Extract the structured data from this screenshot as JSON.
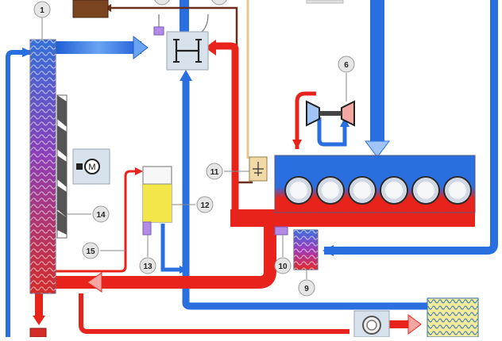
{
  "diagram": {
    "colors": {
      "background": "#ffffff",
      "coolant_hot": "#e8231c",
      "coolant_cold": "#2a6fe0",
      "hot_light": "#f4a7a0",
      "cold_light": "#9fc4f5",
      "oil_line": "#6b2e1a",
      "vent_line": "#e8c58a",
      "tank_fill": "#f2e64a",
      "sensor_purple": "#b48ae6",
      "callout_bg": "#e6e6e6",
      "radiator_top": "#3470d8",
      "radiator_bottom": "#d42c28"
    },
    "callouts": [
      {
        "id": "callout-1",
        "label": "1"
      },
      {
        "id": "callout-6",
        "label": "6"
      },
      {
        "id": "callout-9",
        "label": "9"
      },
      {
        "id": "callout-10",
        "label": "10"
      },
      {
        "id": "callout-11",
        "label": "11"
      },
      {
        "id": "callout-12",
        "label": "12"
      },
      {
        "id": "callout-13",
        "label": "13"
      },
      {
        "id": "callout-14",
        "label": "14"
      },
      {
        "id": "callout-15",
        "label": "15"
      }
    ],
    "fan_motor_label": "M"
  }
}
